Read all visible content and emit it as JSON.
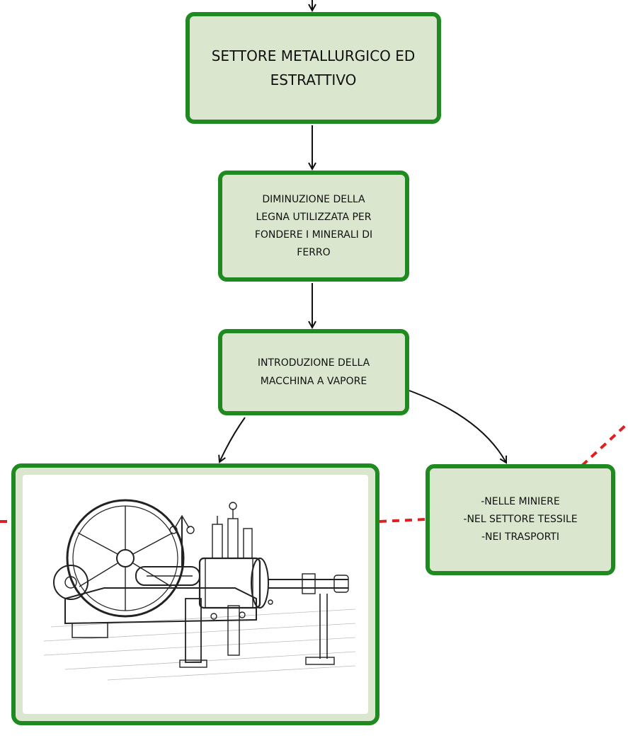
{
  "nodes": {
    "settore": "SETTORE METALLURGICO ED\nESTRATTIVO",
    "diminuzione": "DIMINUZIONE DELLA\nLEGNA UTILIZZATA PER\nFONDERE I MINERALI DI\nFERRO",
    "introduzione": "INTRODUZIONE DELLA\nMACCHINA A VAPORE",
    "utilizzi": "-NELLE MINIERE\n-NEL SETTORE TESSILE\n-NEI TRASPORTI"
  },
  "colors": {
    "node_fill": "#dbe6cf",
    "node_border": "#1f8a1f",
    "arrow": "#111111",
    "dashed_link": "#e02020"
  },
  "icons": {
    "image": "steam-engine-illustration"
  }
}
